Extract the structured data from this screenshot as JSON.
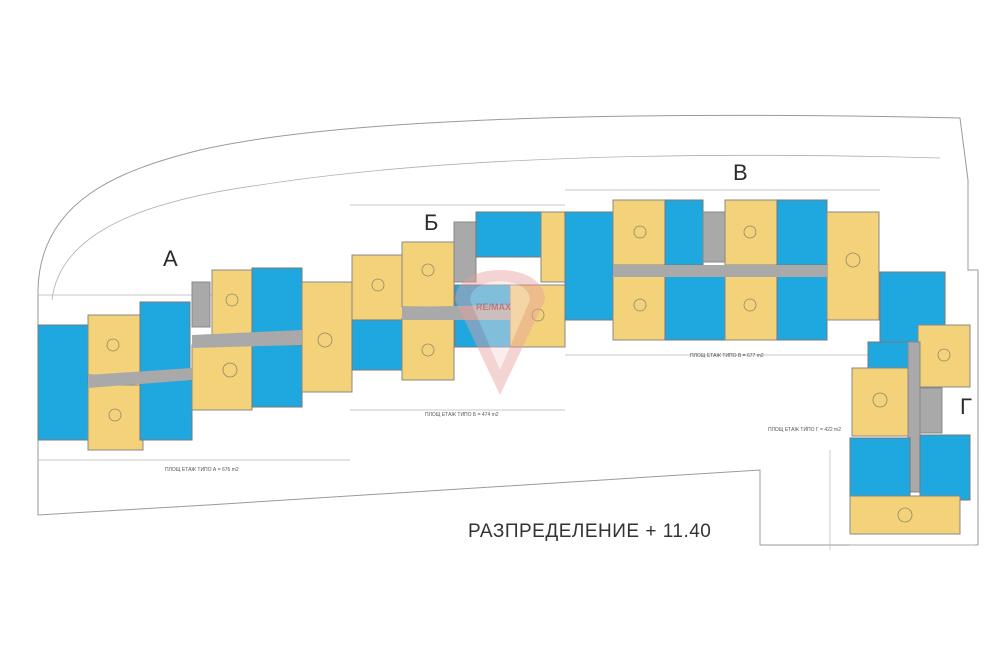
{
  "title": "РАЗПРЕДЕЛЕНИЕ + 11.40",
  "sections": [
    {
      "label": "А",
      "area_note": "ПЛОЩ ЕТАЖ ТИПО А = 676 m2"
    },
    {
      "label": "Б",
      "area_note": "ПЛОЩ ЕТАЖ ТИПО Б = 474 m2"
    },
    {
      "label": "В",
      "area_note": "ПЛОЩ ЕТАЖ ТИПО В = 677 m2"
    },
    {
      "label": "Г",
      "area_note": "ПЛОЩ ЕТАЖ ТИПО Г = 422 m2"
    }
  ],
  "watermark": "RE/MAX",
  "colors": {
    "apartment_blue": "#1fa8e0",
    "apartment_yellow": "#f3d27a",
    "corridor_gray": "#a9a9a9",
    "outline": "#8a8a8a"
  }
}
